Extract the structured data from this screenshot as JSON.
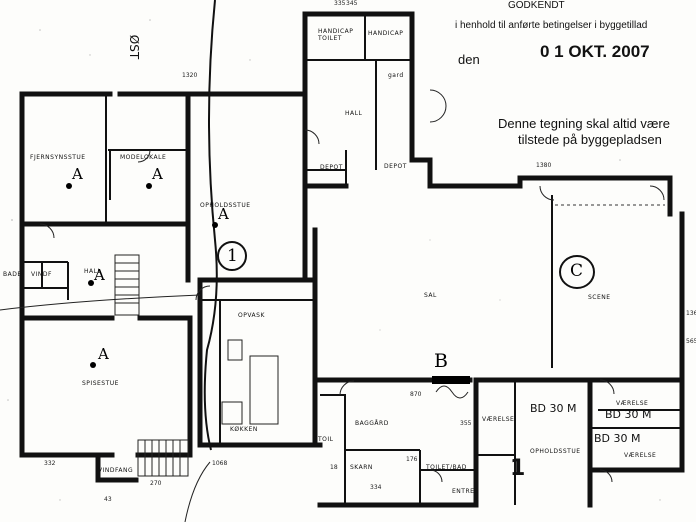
{
  "stamp": {
    "line1": "GODKENDT",
    "line2": "i henhold til anførte betingelser i byggetillad",
    "date_prefix": "den",
    "date": "0 1 OKT. 2007",
    "note_line1": "Denne tegning skal altid være",
    "note_line2": "tilstede på byggepladsen"
  },
  "compass": {
    "label": "ØST"
  },
  "rooms": {
    "fjernsynsstue": "FJERNSYNSSTUE",
    "modelokale": "MODELOKALE",
    "opholdsstue_top": "OPHOLDSSTUE",
    "hall_left": "HALL",
    "bade": "BADE",
    "vindf": "VINDF",
    "spisestue": "SPISESTUE",
    "opvask": "OPVASK",
    "kokken": "KØKKEN",
    "vindfang": "VINDFANG",
    "handicap_toilet": "HANDICAP TOILET",
    "handicap_2": "HANDICAP",
    "hall_north": "HALL",
    "depot_a": "DEPOT",
    "depot_b": "DEPOT",
    "sal": "SAL",
    "scene": "SCENE",
    "baggard": "BAGGÅRD",
    "vaerelse_a": "VÆRELSE",
    "opholdsstue_low": "OPHOLDSSTUE",
    "vaerelse_b": "VÆRELSE",
    "vaerelse_c": "VÆRELSE",
    "toilet_bad": "TOILET/BAD",
    "entre": "ENTRE",
    "skarn": "SKARN",
    "toil": "TOIL",
    "gard": "gard"
  },
  "dimensions": {
    "d_top": "345",
    "d_1320": "1320",
    "d_1380": "1380",
    "d_332": "332",
    "d_270": "270",
    "d_1068": "1068",
    "d_334": "334",
    "d_176": "176",
    "d_870": "870",
    "d_355": "355",
    "d_335": "335",
    "d_565": "565",
    "d_136": "136",
    "d_18": "18",
    "d_43": "43"
  },
  "annotations": {
    "zone_a": "A",
    "marker_1": "1",
    "zone_b": "B",
    "zone_c": "C",
    "bd_1": "BD 30 M",
    "bd_2": "BD 30 M",
    "bd_3": "BD 30 M",
    "mark_1_low": "1"
  }
}
